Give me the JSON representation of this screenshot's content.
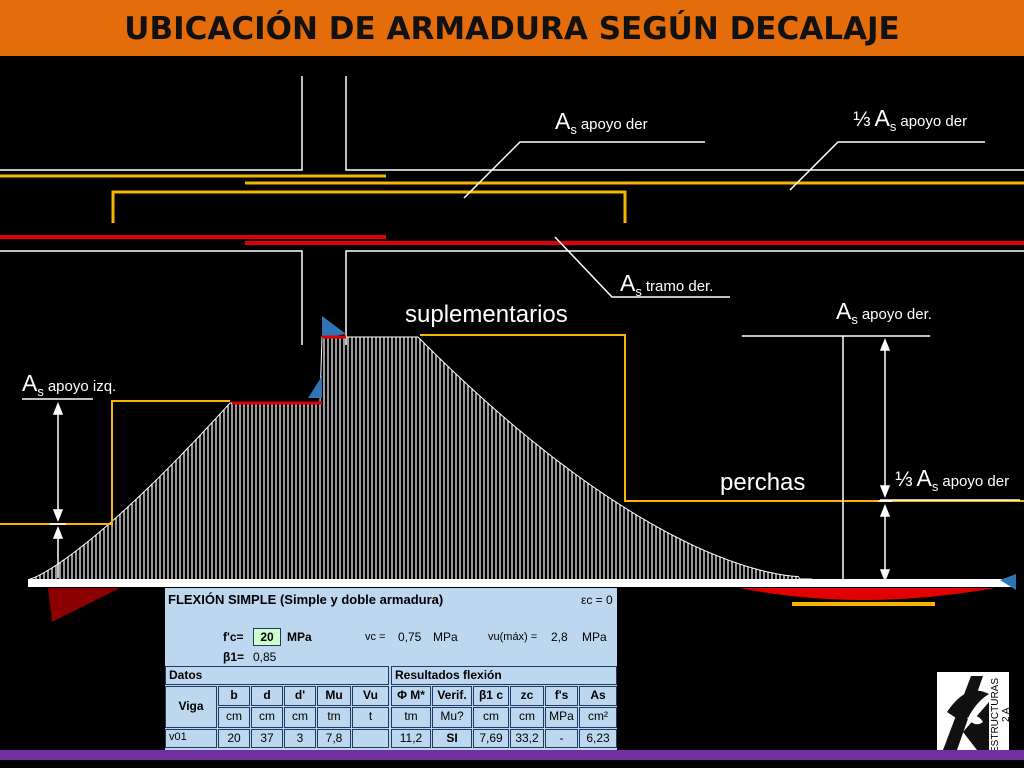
{
  "title": "UBICACIÓN DE ARMADURA SEGÚN DECALAJE",
  "labels": {
    "as_apoyo_der_top": {
      "main": "A",
      "sub": "s",
      "rest": "apoyo der"
    },
    "third_as_apoyo_der_top": {
      "frac": "⅓",
      "main": "A",
      "sub": "s",
      "rest": "apoyo der"
    },
    "as_tramo_der": {
      "main": "A",
      "sub": "s",
      "rest": "tramo der."
    },
    "as_apoyo_der_mid": {
      "main": "A",
      "sub": "s",
      "rest": "apoyo der."
    },
    "as_apoyo_izq": {
      "main": "A",
      "sub": "s",
      "rest": "apoyo izq."
    },
    "third_as_apoyo_der_low": {
      "frac": "⅓",
      "main": "A",
      "sub": "s",
      "rest": "apoyo der"
    },
    "suplementarios": "suplementarios",
    "perchas": "perchas"
  },
  "table": {
    "title": "FLEXIÓN SIMPLE (Simple y doble armadura)",
    "eps_c": "εc = 0",
    "fc_label": "f'c=",
    "fc_value": "20",
    "fc_unit": "MPa",
    "vc_label": "vc =",
    "vc_value": "0,75",
    "vc_unit": "MPa",
    "vu_label": "vu(máx) =",
    "vu_value": "2,8",
    "vu_unit": "MPa",
    "beta1_label": "β1=",
    "beta1_value": "0,85",
    "datos": "Datos",
    "resultados": "Resultados flexión",
    "viga": "Viga",
    "headers": [
      "b",
      "d",
      "d'",
      "Mu",
      "Vu",
      "Φ M*",
      "Verif.",
      "β1 c",
      "zc",
      "f's",
      "As"
    ],
    "units": [
      "cm",
      "cm",
      "cm",
      "tm",
      "t",
      "tm",
      "Mu?",
      "cm",
      "cm",
      "MPa",
      "cm²"
    ],
    "row": {
      "name": "v01",
      "values": [
        "20",
        "37",
        "3",
        "7,8",
        "",
        "11,2",
        "SI",
        "7,69",
        "33,2",
        "-",
        "6,23"
      ]
    }
  },
  "logo_text": "ESTRUCTURAS 2 A",
  "colors": {
    "title_bg": "#e46c0a",
    "yellow": "#f7b500",
    "red": "#e00000",
    "table_bg": "#bdd7ee",
    "strip": "#7030a0"
  }
}
